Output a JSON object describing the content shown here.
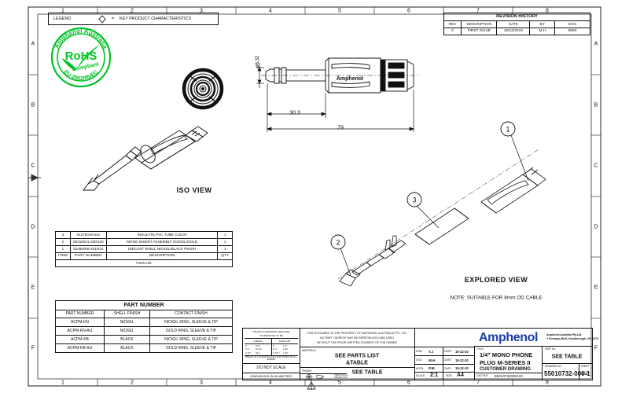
{
  "sheet": {
    "zones_top": [
      "1",
      "2",
      "3",
      "4",
      "5",
      "6",
      "7",
      "8"
    ],
    "zones_bottom": [
      "1",
      "2",
      "3",
      "4",
      "5",
      "6",
      "7",
      "8"
    ],
    "zones_left": [
      "A",
      "B",
      "C",
      "D",
      "E",
      "F"
    ],
    "zones_right": [
      "A",
      "B",
      "C",
      "D",
      "E",
      "F"
    ]
  },
  "legend": {
    "label": "LEGEND",
    "equals": "=",
    "text": "KEY PRODUCT CHARACTERISTICS",
    "symbol_name": "diamond-key-characteristic-icon"
  },
  "rohs": {
    "main": "RoHS",
    "sub": "Compliant",
    "arc_top": "Amphenol Australia",
    "arc_bottom": "EU 2002/95/EC",
    "color": "#00c425"
  },
  "revision": {
    "title": "REVISION HISTORY",
    "headers": [
      "REV",
      "DESCRIPTION",
      "DATE",
      "BY",
      "ECN"
    ],
    "rows": [
      [
        "0",
        "FIRST ISSUE",
        "10/12/2010",
        "M.H",
        "8983"
      ]
    ]
  },
  "views": {
    "iso_label": "ISO VIEW",
    "exploded_label": "EXPLORED VIEW",
    "note": "NOTE: SUITABLE FOR 8mm OD CABLE",
    "body_brand": "Amphenol"
  },
  "dimensions": {
    "diameter": "ø6.32",
    "mid": "30.3",
    "overall": "79"
  },
  "balloons": [
    "1",
    "2",
    "3"
  ],
  "parts_list": {
    "caption": "Parts List",
    "headers": [
      "ITEM",
      "PART NUMBER",
      "DESCRIPTION",
      "QTY"
    ],
    "rows": [
      [
        "3",
        "51270016-521",
        "INSULATE PVC TUBE CLEAR",
        "1"
      ],
      [
        "2",
        "50310041-330/130",
        "MONO INSERT ASSEMBLY NICKEL/GOLD",
        "1"
      ],
      [
        "1",
        "53490006-331/431",
        "DIECAST SHELL NICKEL/BLACK FINISH",
        "1"
      ]
    ]
  },
  "part_number_table": {
    "title": "PART NUMBER",
    "headers": [
      "PART NUMBER",
      "SHELL FINISH",
      "CONTACT FINISH"
    ],
    "rows": [
      [
        "ACPM-KN",
        "NICKEL",
        "NICKEL RING, SLEEVE & TIP"
      ],
      [
        "ACPM-KN-AU",
        "NICKEL",
        "GOLD RING, SLEEVE & TIP"
      ],
      [
        "ACPM-KB",
        "BLACK",
        "NICKEL RING, SLEEVE & TIP"
      ],
      [
        "ACPM-KB-AU",
        "BLACK",
        "GOLD RING, SLEEVE & TIP"
      ]
    ]
  },
  "title_block": {
    "tolerance": {
      "line1": "UNLESS OTHERWISE SPECIFIED",
      "line2": "TOLERANCES TO BE",
      "col_linear": "LINEAR",
      "col_angular": "ANGULAR",
      "linear_rows": [
        [
          "X",
          "±0.5"
        ],
        [
          "X.X",
          "±0.25"
        ],
        [
          "X.XX",
          "±0.1"
        ]
      ],
      "angular_rows": [
        [
          "X",
          "± 1°"
        ],
        [
          "X.X",
          "± 30'"
        ],
        [
          "X.XX °",
          "± 15'"
        ]
      ],
      "break_edges": "BREAK ALL SHARP EDGES AND REMOVE ALL BURRS",
      "do_not_scale": "DO NOT SCALE",
      "units": "DIMENSIONS IN MILIMETRES"
    },
    "legal": [
      "THIS DOCUMENT IS THE PROPERTY OF AMPHENOL AUSTRALIA PTY. LTD.",
      "NO PART THEREOF MAY BE REPRODUCED AND USED",
      "WITHOUT THE PRIOR WRITTEN CONSENT OF THE OWNER"
    ],
    "material_label": "MATERIAL:",
    "material_value_1": "SEE PARTS LIST",
    "material_value_2": "&TABLE",
    "finish_label": "FINISH:",
    "finish_value": "SEE TABLE",
    "projection_label_1": "THIRD ANGLE",
    "projection_label_2": "PROJECTION",
    "signoff": [
      {
        "role": "DRN:",
        "name": "T.J",
        "date_label": "DATE:",
        "date": "10-12-10"
      },
      {
        "role": "CKD:",
        "name": "M.H",
        "date_label": "DATE:",
        "date": "10-12-10"
      },
      {
        "role": "APPD:",
        "name": "P.M",
        "date_label": "DATE:",
        "date": "10-12-10"
      }
    ],
    "scale_label": "SCALE:",
    "scale_value": "2:1",
    "size_label": "SIZE:",
    "size_value": "A4",
    "brand": "Amphenol",
    "brand_color": "#1a3faa",
    "company_line1": "Amphenol Australia Pty.Ltd,",
    "company_line2": "2 Fiveways Blvd, Keysborough, VIC 3173",
    "title_label": "TITLE:",
    "title_line1": "1/4\" MONO PHONE",
    "title_line2": "PLUG M-SERIES II",
    "title_line3": "CUSTOMER DRAWING",
    "cad_file_label": "CAD FILE:",
    "cad_file_value": "55010732000120",
    "part_no_label": "PART No:",
    "part_no_value": "SEE TABLE",
    "drawing_no_label": "DRAWING NO.",
    "drawing_no_value": "55010732-000-1",
    "sheet_label": "SHEET",
    "sheet_value": "1/2"
  }
}
